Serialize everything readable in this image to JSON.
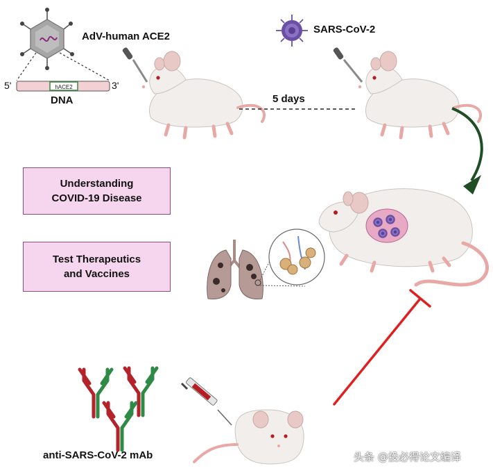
{
  "labels": {
    "adv_vector": "AdV-human ACE2",
    "dna": "DNA",
    "five_prime": "5'",
    "three_prime": "3'",
    "gene": "hACE2",
    "sars_cov2": "SARS-CoV-2",
    "interval": "5 days",
    "antibody": "anti-SARS-CoV-2 mAb"
  },
  "boxes": {
    "understanding": {
      "line1": "Understanding",
      "line2": "COVID-19 Disease"
    },
    "therapeutics": {
      "line1": "Test Therapeutics",
      "line2": "and Vaccines"
    }
  },
  "watermark": "头条 @投必得论文编译",
  "colors": {
    "box_fill": "#f6d6ee",
    "box_border": "#8a4a7d",
    "arrow_green": "#1f4d24",
    "inhibit_red": "#e02020",
    "virus_purple": "#6a4fa3",
    "antibody_red": "#b3232a",
    "antibody_green": "#2f8a45",
    "mouse_body": "#f1eeec",
    "mouse_pink": "#e8a9a6"
  }
}
